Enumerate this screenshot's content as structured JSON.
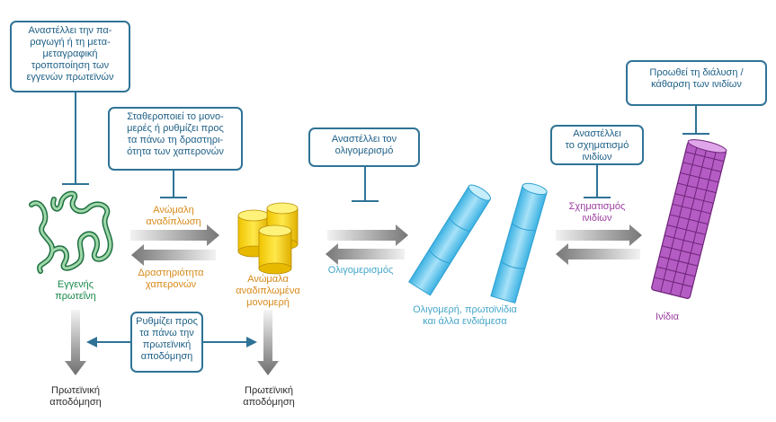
{
  "boxes": {
    "inhibit_transcription": "Αναστέλλει την πα-\nραγωγή ή τη μετα-\nμεταγραφική\nτροποποίηση των\nεγγενών πρωτεϊνών",
    "stabilize_monomers": "Σταθεροποιεί το μονο-\nμερές ή ρυθμίζει προς\nτα πάνω τη δραστηρι-\nότητα των χαπερονών",
    "inhibit_oligomerization": "Αναστέλλει τον\nολιγομερισμό",
    "inhibit_fibril_formation": "Αναστέλλει\nτο σχηματισμό\nινιδίων",
    "promote_fibril_clearance": "Προωθεί τη διάλυση /\nκάθαρση των ινιδίων",
    "regulate_degradation": "Ρυθμίζει προς\nτα πάνω την\nπρωτεϊνική\nαποδόμηση"
  },
  "labels": {
    "native_protein": "Εγγενής\nπρωτεΐνη",
    "misfolding": "Ανώμαλη\nαναδίπλωση",
    "chaperone_activity": "Δραστηριότητα\nχαπερονών",
    "misfolded_monomers": "Ανώμαλα\nαναδιπλωμένα\nμονομερή",
    "oligomerization": "Ολιγομερισμός",
    "oligomers": "Ολιγομερή, πρωτοϊνίδια\nκαι άλλα ενδιάμεσα",
    "fibril_formation": "Σχηματισμός\nινιδίων",
    "fibrils": "Ινίδια",
    "degradation_left": "Πρωτεϊνική\nαποδόμηση",
    "degradation_right": "Πρωτεϊνική\nαποδόμηση"
  },
  "colors": {
    "box_border": "#2f7396",
    "box_text": "#1d5f86",
    "native": "#17884a",
    "misfolded": "#d78a1a",
    "oligomer": "#45a6c9",
    "fibril": "#9b3ea0",
    "arrow_gray": "#8c8c8c"
  }
}
